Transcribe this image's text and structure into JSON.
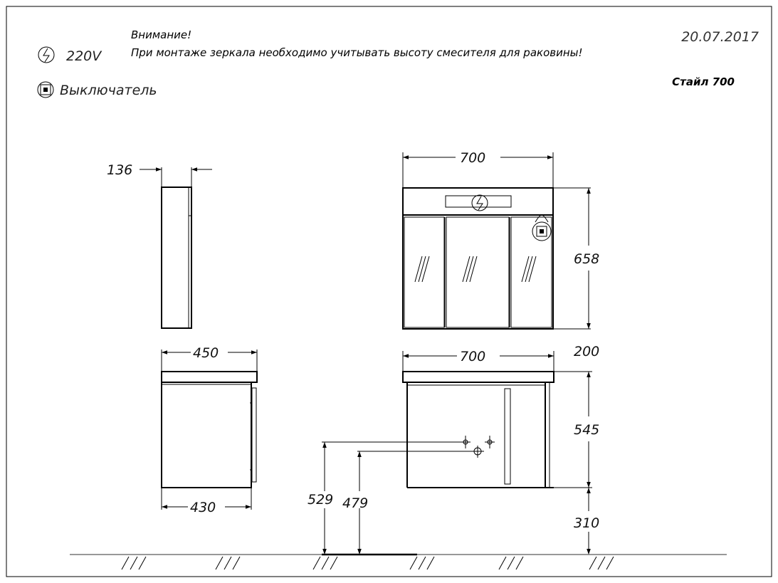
{
  "header": {
    "notice_title": "Внимание!",
    "notice_text": "При монтаже зеркала необходимо учитывать высоту смесителя для раковины!",
    "date": "20.07.2017",
    "model": "Стайл 700"
  },
  "legend": {
    "power_icon": "lightning-bolt-circle-icon",
    "power_label": "220V",
    "switch_icon": "square-switch-circle-icon",
    "switch_label": "Выключатель"
  },
  "dimensions": {
    "mirror_depth": "136",
    "mirror_width": "700",
    "mirror_height": "658",
    "cabinet_top_depth": "450",
    "cabinet_bottom_depth": "430",
    "cabinet_width": "700",
    "cabinet_offset": "200",
    "cabinet_height": "545",
    "cabinet_floor_gap": "310",
    "pipe_height_upper": "529",
    "pipe_height_lower": "479"
  }
}
